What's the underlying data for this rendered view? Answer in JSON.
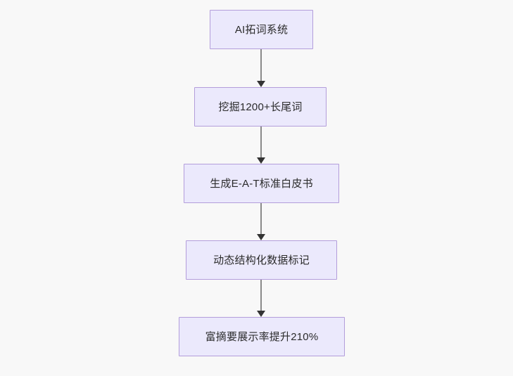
{
  "diagram": {
    "type": "flowchart",
    "direction": "top-to-bottom",
    "background_color": "#f8f8f8",
    "node_fill_color": "#ebe9fc",
    "node_border_color": "#b39ddb",
    "node_text_color": "#2b2b2b",
    "connector_line_color": "#8a8a8a",
    "connector_arrow_color": "#333333",
    "nodes": [
      {
        "id": "n1",
        "label": "AI拓词系统"
      },
      {
        "id": "n2",
        "label": "挖掘1200+长尾词"
      },
      {
        "id": "n3",
        "label": "生成E-A-T标准白皮书"
      },
      {
        "id": "n4",
        "label": "动态结构化数据标记"
      },
      {
        "id": "n5",
        "label": "富摘要展示率提升210%"
      }
    ],
    "edges": [
      {
        "from": "n1",
        "to": "n2"
      },
      {
        "from": "n2",
        "to": "n3"
      },
      {
        "from": "n3",
        "to": "n4"
      },
      {
        "from": "n4",
        "to": "n5"
      }
    ]
  }
}
